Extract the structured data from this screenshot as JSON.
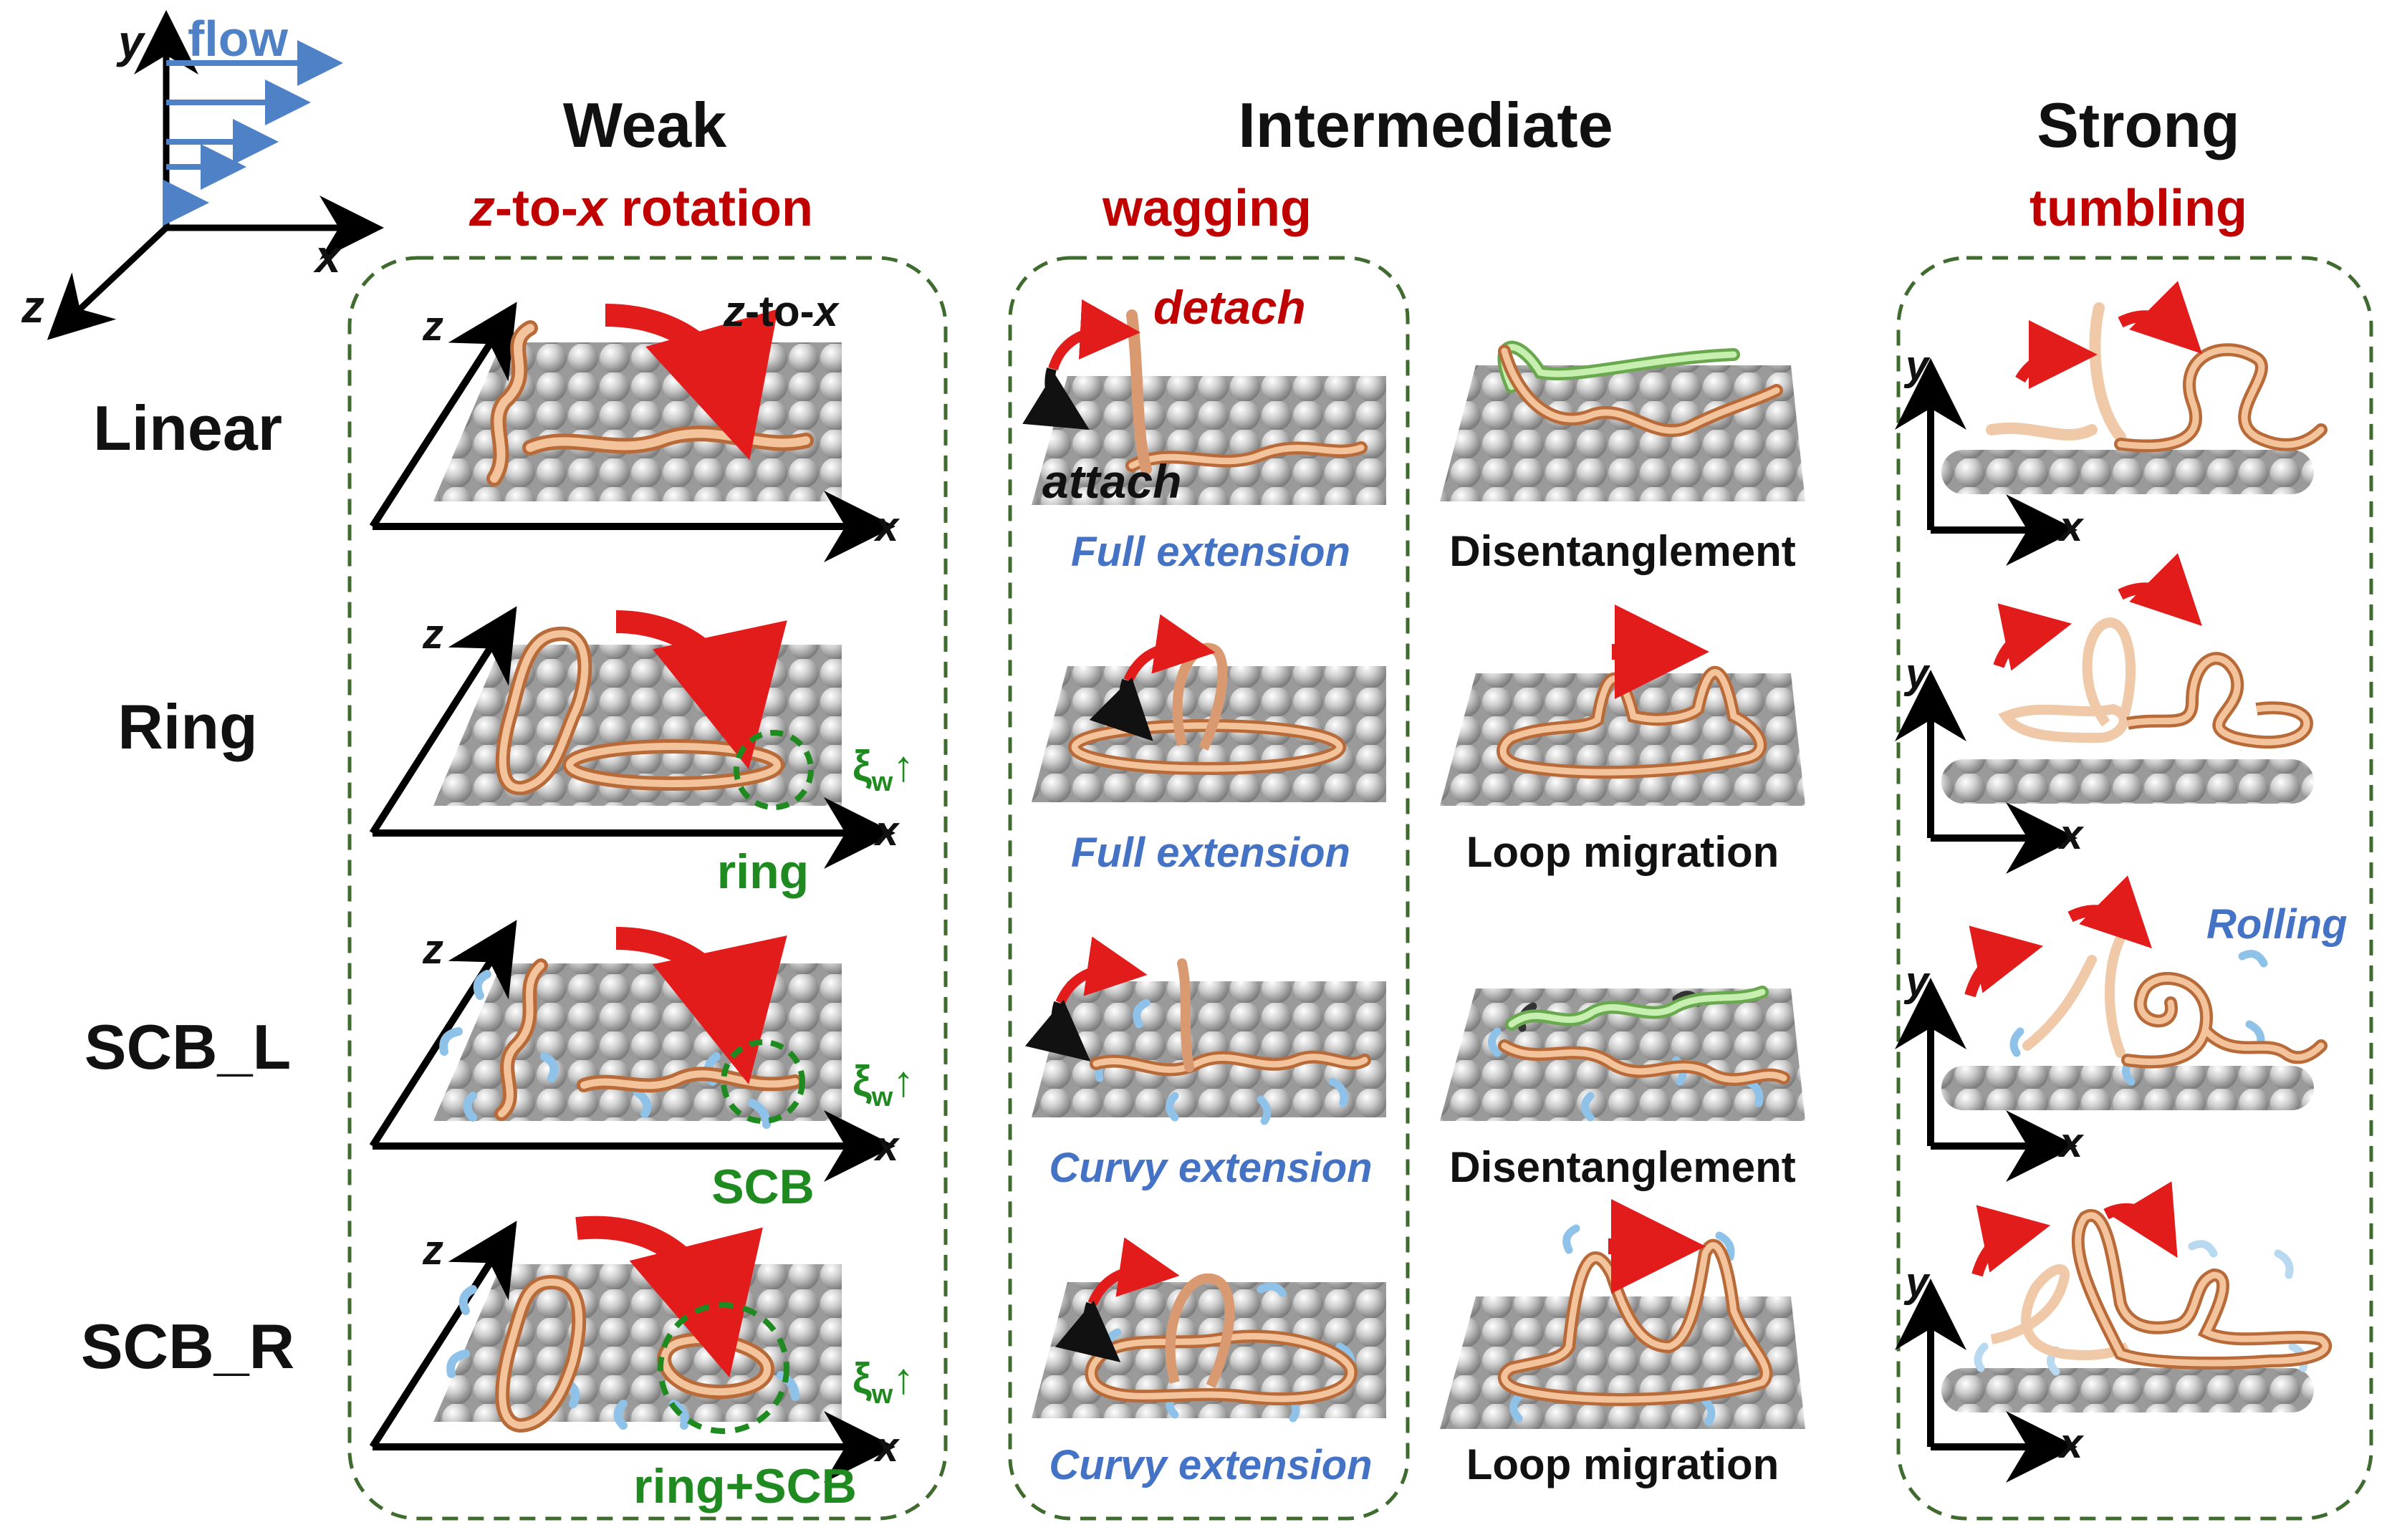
{
  "axes_legend": {
    "y": "y",
    "x": "x",
    "z": "z",
    "flow": "flow"
  },
  "columns": {
    "weak": {
      "title": "Weak",
      "mode": "z-to-x rotation",
      "mode_z": "z",
      "mode_mid": "-to-",
      "mode_x": "x",
      "mode_rest": " rotation"
    },
    "intermediate": {
      "title": "Intermediate",
      "mode": "wagging"
    },
    "strong": {
      "title": "Strong",
      "mode": "tumbling"
    }
  },
  "rows": {
    "linear": "Linear",
    "ring": "Ring",
    "scb_l": "SCB_L",
    "scb_r": "SCB_R"
  },
  "weak_panel": {
    "axis_z": "z",
    "axis_x": "x",
    "z_to_x": {
      "z": "z",
      "mid": "-to-",
      "x": "x"
    },
    "xi": "ξ",
    "xi_sub": "w",
    "xi_arrow": "↑",
    "ring_label": "ring",
    "scb_label": "SCB",
    "ringscb_label": "ring+SCB"
  },
  "intermediate_panel": {
    "detach": "detach",
    "attach": "attach",
    "full_ext_1": "Full extension",
    "full_ext_2": "Full extension",
    "curvy_ext_1": "Curvy extension",
    "curvy_ext_2": "Curvy extension",
    "disent_1": "Disentanglement",
    "loop_1": "Loop migration",
    "disent_2": "Disentanglement",
    "loop_2": "Loop migration"
  },
  "strong_panel": {
    "axis_y": "y",
    "axis_x": "x",
    "rolling": "Rolling"
  },
  "colors": {
    "title_black": "#111111",
    "mode_red": "#c00000",
    "green": "#1f8a1f",
    "blue_label": "#4472c4",
    "flow_blue": "#4f81c7",
    "box_dash": "#3f6b2f",
    "chain": "#e8a77a",
    "chain_edge": "#b86a38",
    "arrow_red": "#e21b1b",
    "bead": "#c8c8c8"
  }
}
